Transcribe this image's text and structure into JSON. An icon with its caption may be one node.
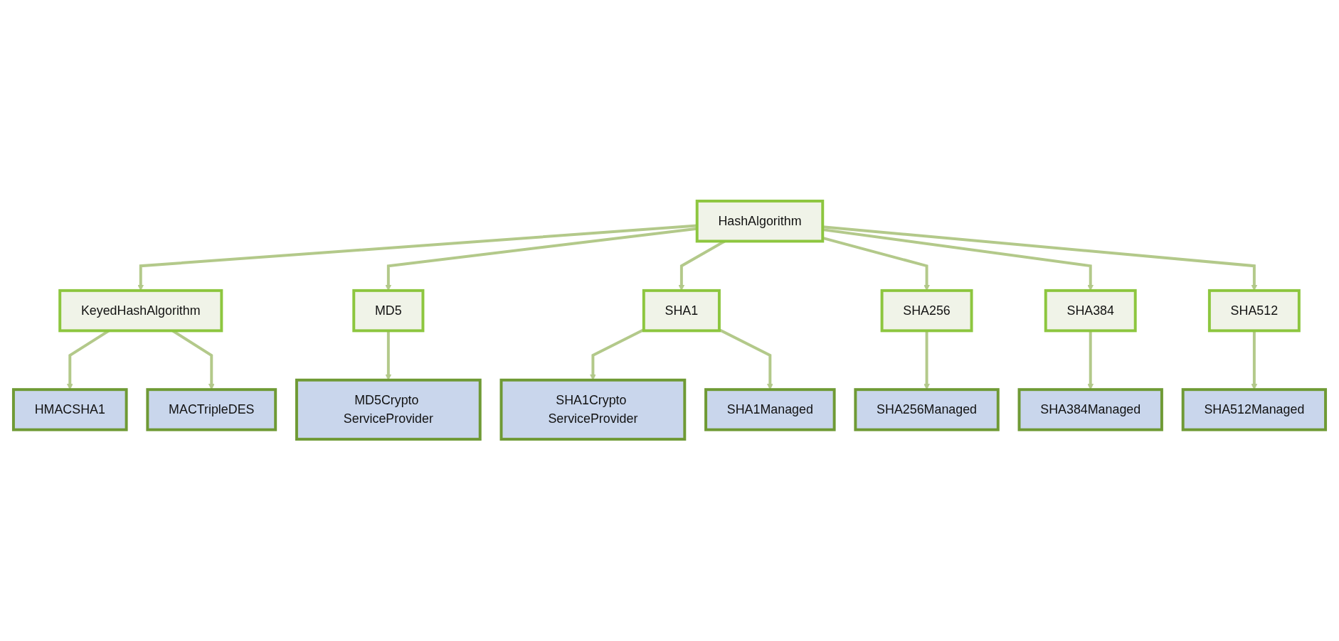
{
  "diagram": {
    "nodes": [
      {
        "text": [
          "HashAlgorithm"
        ]
      },
      {
        "text": [
          "KeyedHashAlgorithm"
        ]
      },
      {
        "text": [
          "MD5"
        ]
      },
      {
        "text": [
          "SHA1"
        ]
      },
      {
        "text": [
          "SHA256"
        ]
      },
      {
        "text": [
          "SHA384"
        ]
      },
      {
        "text": [
          "SHA512"
        ]
      },
      {
        "text": [
          "HMACSHA1"
        ]
      },
      {
        "text": [
          "MACTripleDES"
        ]
      },
      {
        "text": [
          "MD5Crypto ServiceProvider"
        ]
      },
      {
        "text": [
          "SHA1Crypto ServiceProvider"
        ]
      },
      {
        "text": [
          "SHA1Managed"
        ]
      },
      {
        "text": [
          "SHA256Managed"
        ]
      },
      {
        "text": [
          "SHA384Managed"
        ]
      },
      {
        "text": [
          "SHA512Managed"
        ]
      }
    ],
    "edges": [
      {
        "from": 0,
        "to": 1,
        "arrow": "to"
      },
      {
        "from": 0,
        "to": 2,
        "arrow": "to"
      },
      {
        "from": 0,
        "to": 3,
        "arrow": "to"
      },
      {
        "from": 0,
        "to": 4,
        "arrow": "to"
      },
      {
        "from": 0,
        "to": 5,
        "arrow": "to"
      },
      {
        "from": 0,
        "to": 6,
        "arrow": "to"
      },
      {
        "from": 1,
        "to": 7,
        "arrow": "to"
      },
      {
        "from": 1,
        "to": 8,
        "arrow": "to"
      },
      {
        "from": 2,
        "to": 9,
        "arrow": "to"
      },
      {
        "from": 3,
        "to": 10,
        "arrow": "to"
      },
      {
        "from": 3,
        "to": 11,
        "arrow": "to"
      },
      {
        "from": 4,
        "to": 12,
        "arrow": "to"
      },
      {
        "from": 5,
        "to": 13,
        "arrow": "to"
      },
      {
        "from": 6,
        "to": 14,
        "arrow": "to"
      }
    ]
  }
}
